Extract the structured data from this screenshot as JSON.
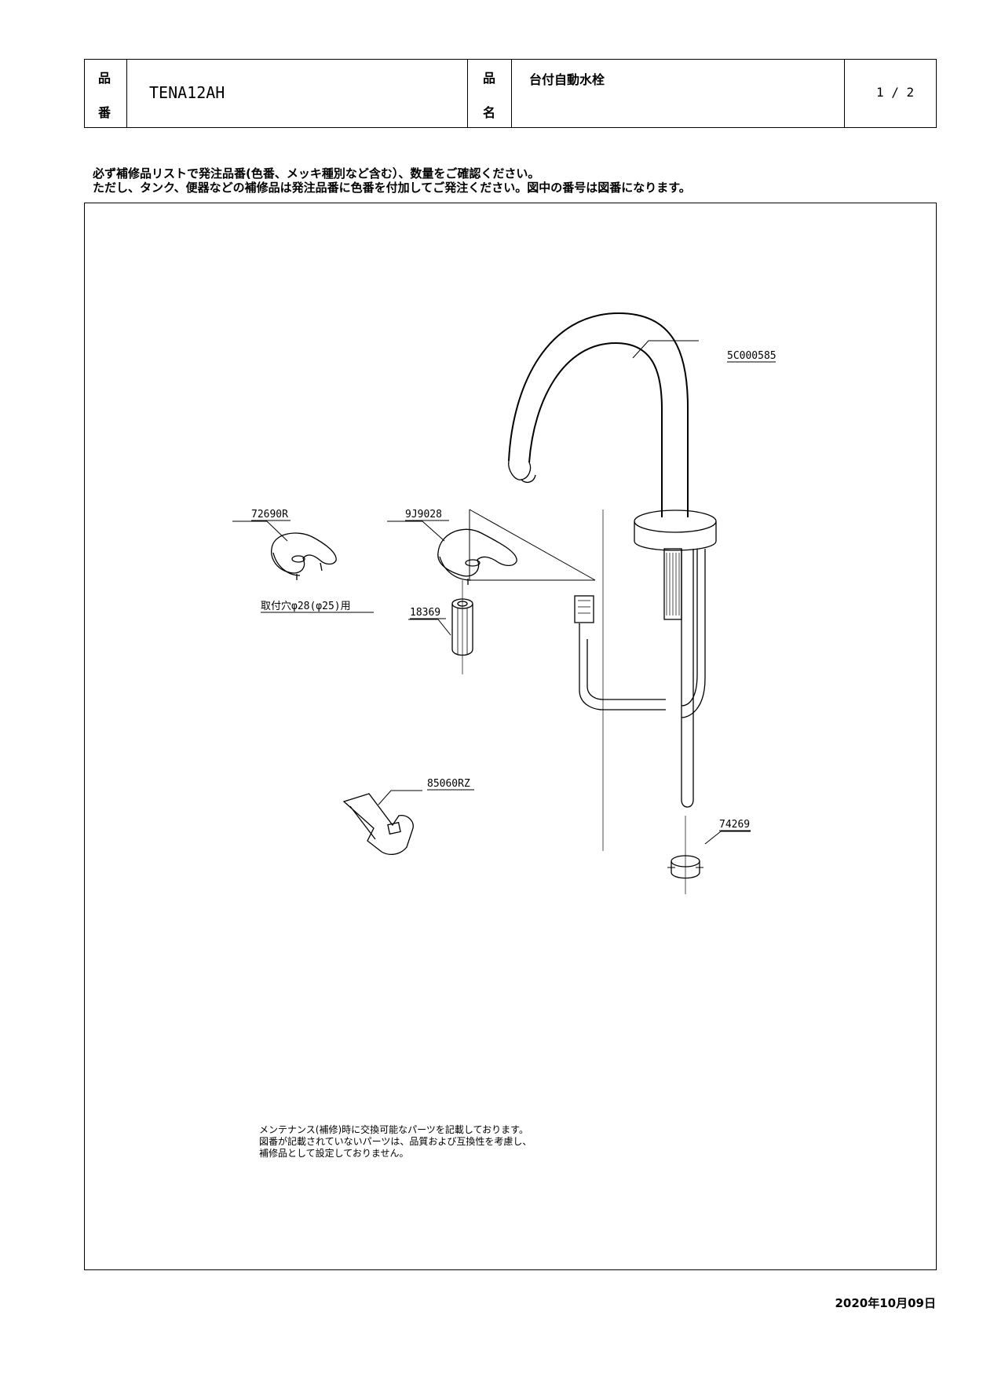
{
  "header": {
    "product_number_label_1": "品",
    "product_number_label_2": "番",
    "product_number": "TENA12AH",
    "product_name_label_1": "品",
    "product_name_label_2": "名",
    "product_name": "台付自動水栓",
    "page": "1 / 2"
  },
  "notice": {
    "line1": "必ず補修品リストで発注品番(色番、メッキ種別など含む）、数量をご確認ください。",
    "line2": "ただし、タンク、便器などの補修品は発注品番に色番を付加してご発注ください。図中の番号は図番になります。"
  },
  "parts": {
    "spout": "5C000585",
    "washer_small": "72690R",
    "washer_large": "9J9028",
    "mount_note": "取付穴φ28(φ25)用",
    "nut": "18369",
    "clip": "74269",
    "wrench": "85060RZ"
  },
  "footnote": {
    "line1": "メンテナンス(補修)時に交換可能なパーツを記載しております。",
    "line2": "図番が記載されていないパーツは、品質および互換性を考慮し、",
    "line3": "補修品として設定しておりません。"
  },
  "date": "2020年10月09日"
}
